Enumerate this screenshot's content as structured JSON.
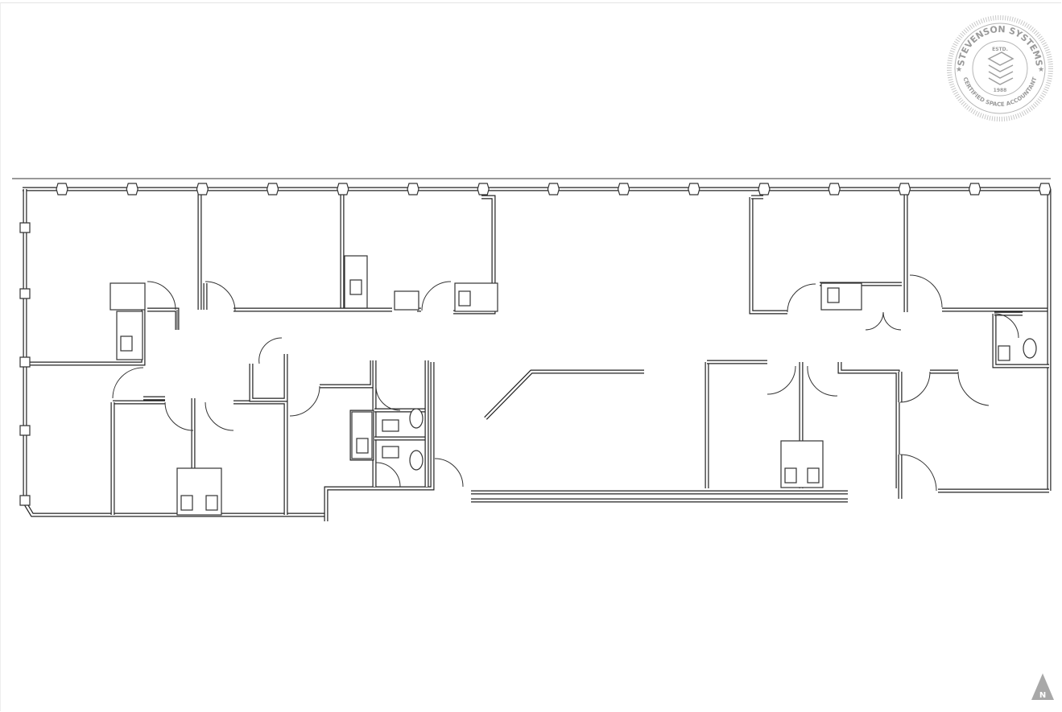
{
  "seal": {
    "top_text": "STEVENSON SYSTEMS",
    "bottom_text": "CERTIFIED SPACE ACCOUNTANT",
    "estd_label": "ESTD.",
    "year": "1988",
    "color": "#9a9a9a"
  },
  "north_arrow": {
    "label": "N",
    "color": "#a8a8a8"
  },
  "plan": {
    "wall_color": "#222222"
  }
}
